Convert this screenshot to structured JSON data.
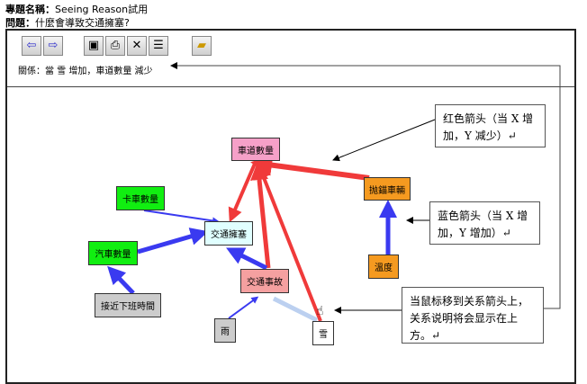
{
  "header": {
    "topic_label": "專題名稱：",
    "topic_value": "Seeing Reason試用",
    "question_label": "問題：",
    "question_value": "什麼會導致交通擁塞?"
  },
  "toolbar": {
    "back": "back-icon",
    "forward": "forward-icon",
    "save": "save-icon",
    "print": "print-icon",
    "delete": "delete-icon",
    "properties": "properties-icon",
    "open": "open-folder-icon"
  },
  "relation_text": "關係：當 雪 增加，車道數量 減少",
  "nodes": {
    "lanes": "車道數量",
    "breakdown": "抛錨車輛",
    "trucks": "卡車數量",
    "congestion": "交通擁塞",
    "cars": "汽車數量",
    "accident": "交通事故",
    "rush": "接近下班時間",
    "rain": "雨",
    "snow": "雪",
    "temp": "溫度"
  },
  "callouts": {
    "red": "红色箭头（当 X 增加，Y 减少）↵",
    "blue": "蓝色箭头（当 X 增加，Y 增加）↵",
    "hover": "当鼠标移到关系箭头上，关系说明将会显示在上方。↵"
  },
  "colors": {
    "red": "#f03a3a",
    "blue": "#3a3af0",
    "pink": "#f5a0c8",
    "green": "#11ee11",
    "cyan": "#e0ffff",
    "orange": "#f59a20",
    "gray": "#cccccc",
    "salmon": "#f5a0a0"
  }
}
